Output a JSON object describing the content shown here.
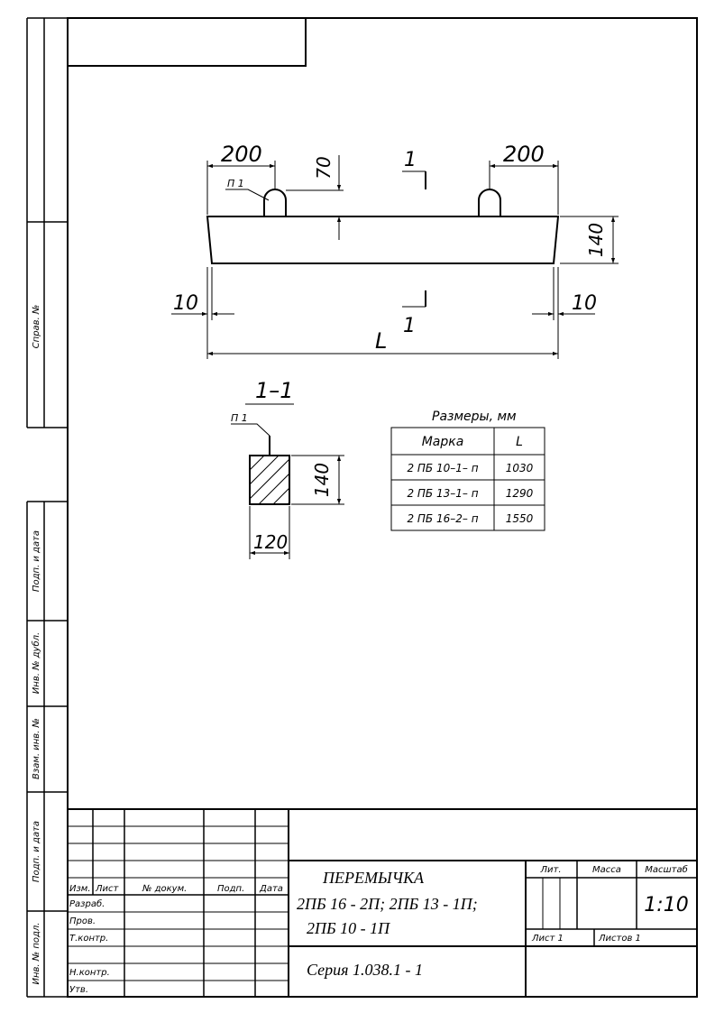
{
  "drawing": {
    "dims": {
      "top_left": "200",
      "top_right": "200",
      "loop_height": "70",
      "section_mark_top": "1",
      "section_mark_bottom": "1",
      "height_side": "140",
      "end_left": "10",
      "end_right": "10",
      "length": "L",
      "loop_label": "П 1"
    },
    "section": {
      "title": "1–1",
      "loop_label": "П 1",
      "height": "140",
      "width": "120"
    }
  },
  "size_table": {
    "title": "Размеры, мм",
    "headers": [
      "Марка",
      "L"
    ],
    "rows": [
      [
        "2 ПБ 10–1– п",
        "1030"
      ],
      [
        "2 ПБ 13–1– п",
        "1290"
      ],
      [
        "2 ПБ 16–2– п",
        "1550"
      ]
    ]
  },
  "side_strip": {
    "sprav": "Справ. №",
    "podp1": "Подп. и дата",
    "inv_dubl": "Инв. № дубл.",
    "vzam": "Взам. инв. №",
    "podp2": "Подп. и дата",
    "inv_podl": "Инв. № подл."
  },
  "title_block": {
    "col_headers": [
      "Изм.",
      "Лист",
      "№ докум.",
      "Подп.",
      "Дата"
    ],
    "roles": [
      "Разраб.",
      "Пров.",
      "Т.контр.",
      "",
      "Н.контр.",
      "Утв."
    ],
    "name_line1": "ПЕРЕМЫЧКА",
    "name_line2": "2ПБ 16 - 2П; 2ПБ 13 - 1П;",
    "name_line3": "2ПБ 10 - 1П",
    "series": "Серия 1.038.1 - 1",
    "lit_label": "Лит.",
    "mass_label": "Масса",
    "scale_label": "Масштаб",
    "scale_value": "1:10",
    "sheet_label": "Лист 1",
    "sheets_label": "Листов 1"
  }
}
